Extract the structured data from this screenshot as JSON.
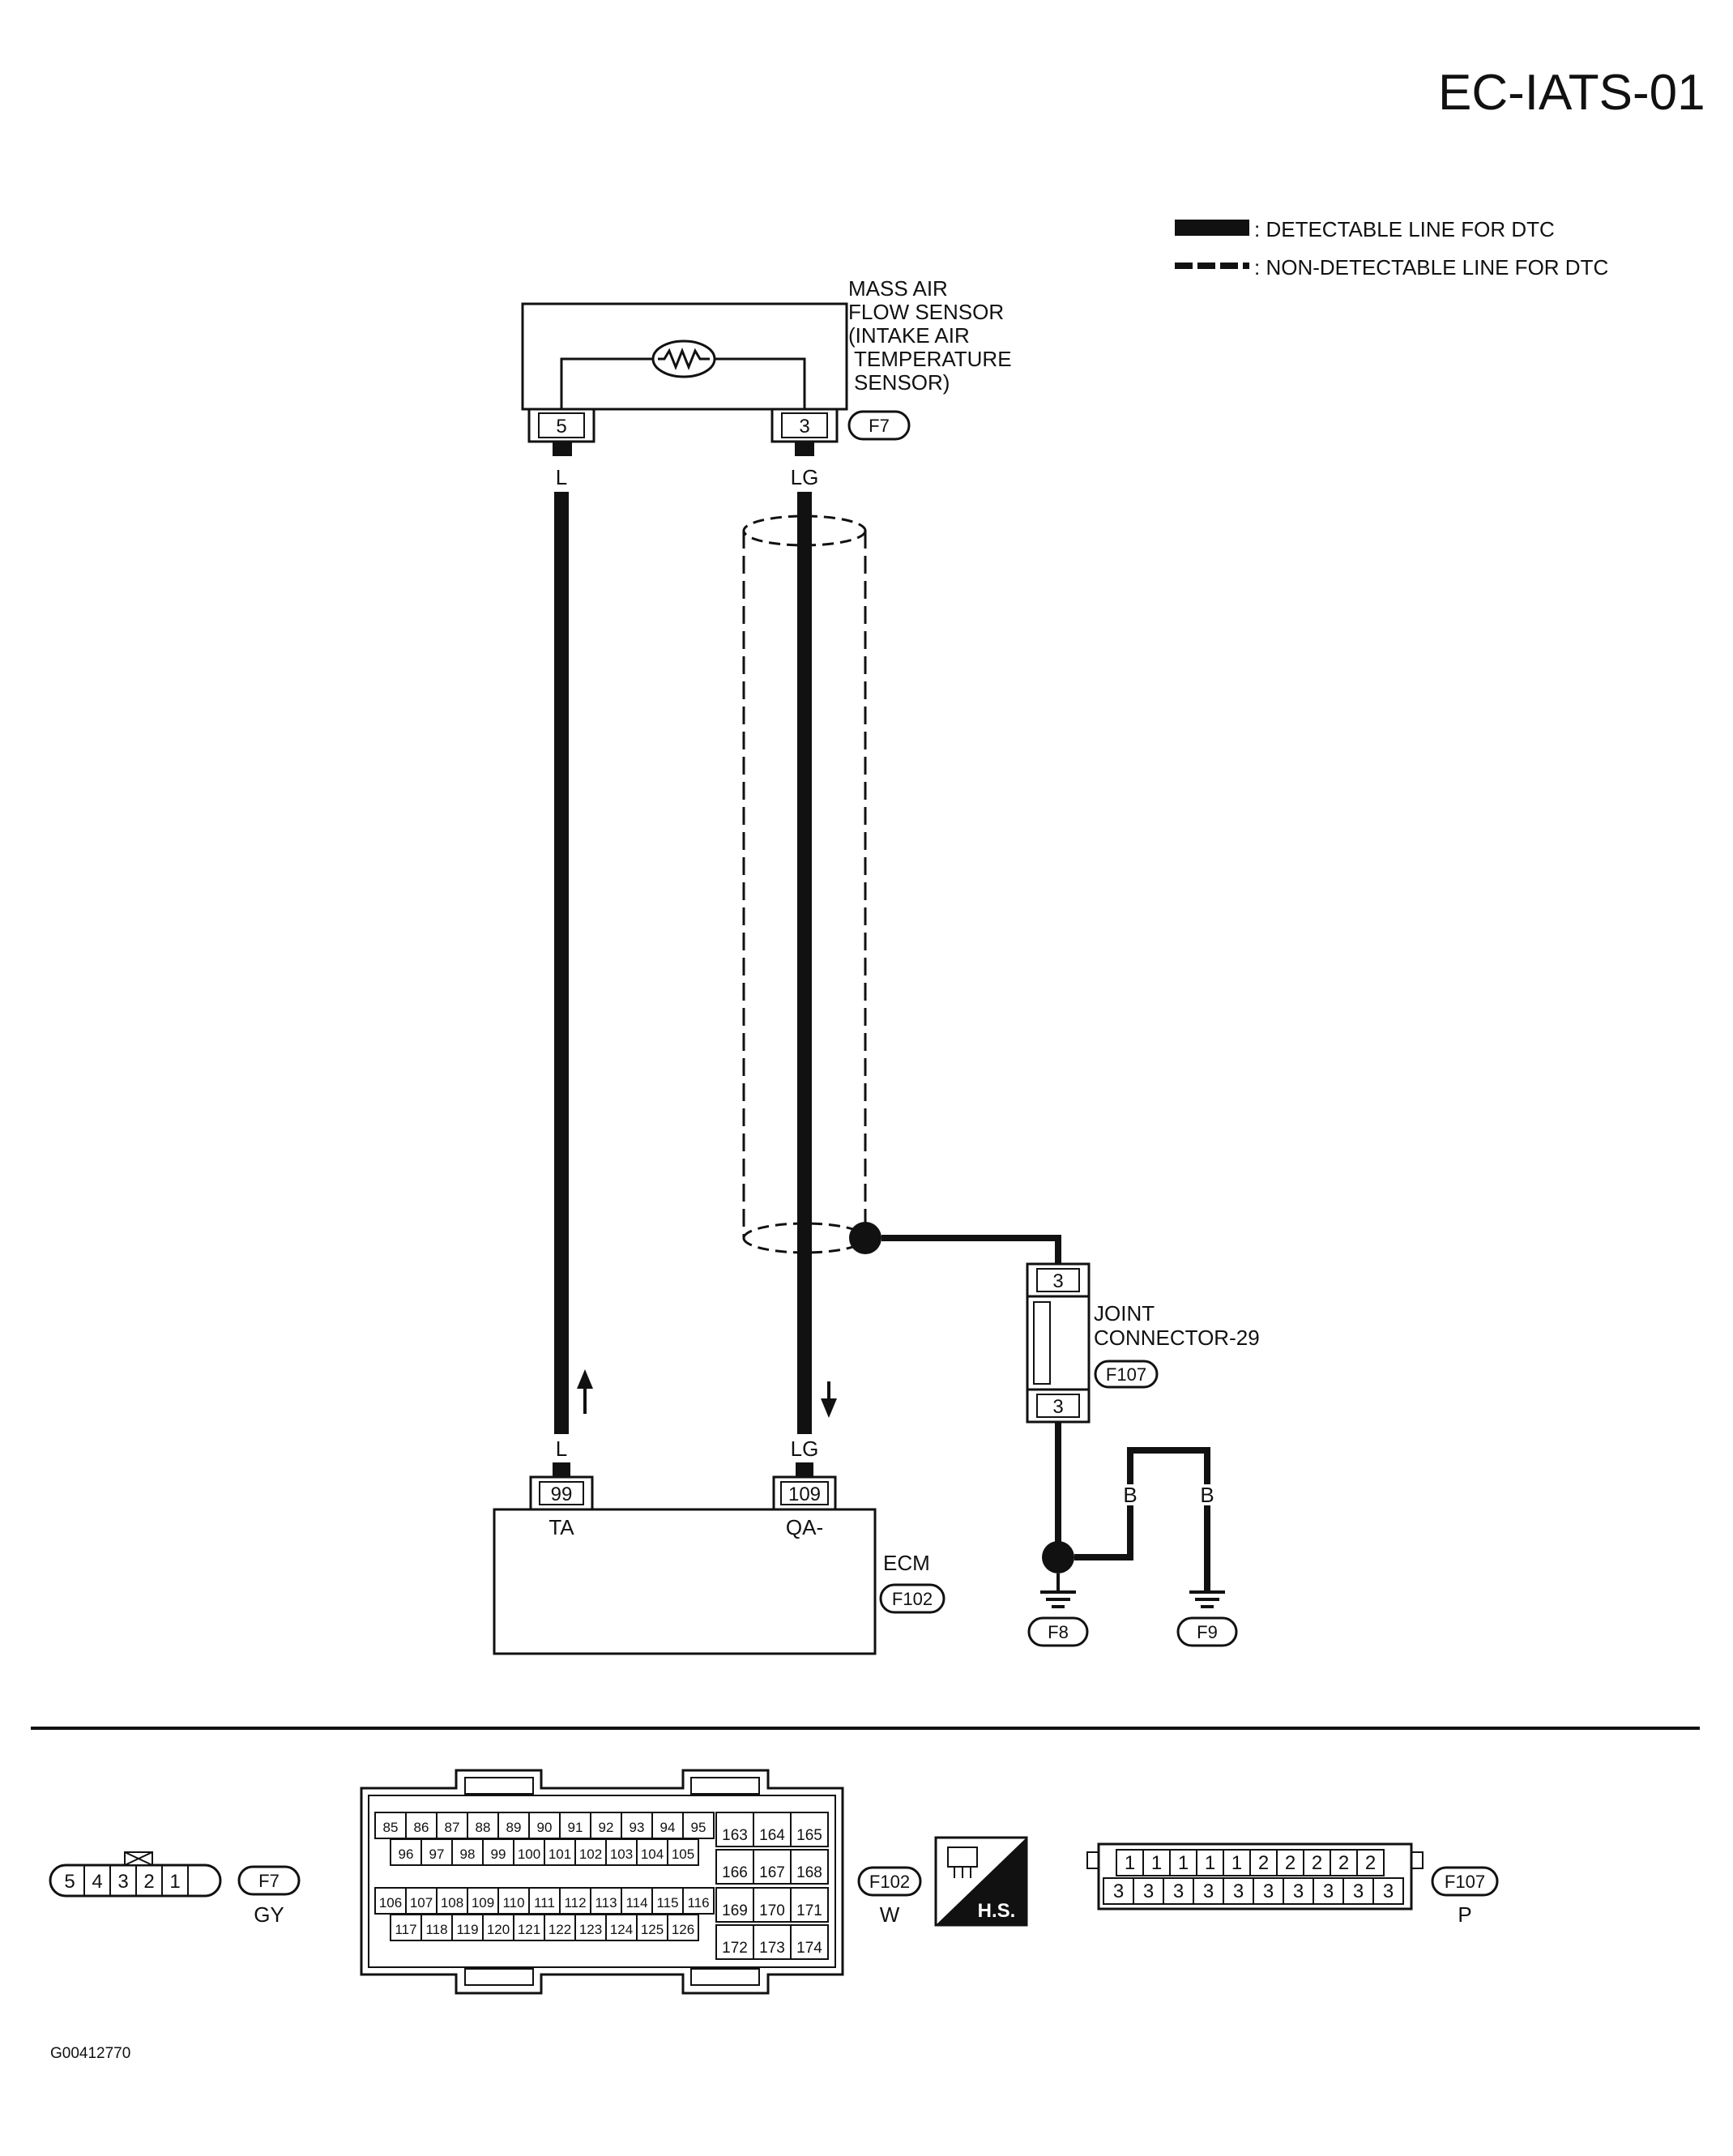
{
  "diagram_id": "EC-IATS-01",
  "legend": {
    "detectable": ": DETECTABLE LINE FOR DTC",
    "non_detectable": ": NON-DETECTABLE LINE FOR DTC"
  },
  "sensor": {
    "name_lines": [
      "MASS AIR",
      "FLOW SENSOR",
      "(INTAKE AIR",
      " TEMPERATURE",
      " SENSOR)"
    ],
    "connector": "F7",
    "pin_left": "5",
    "pin_right": "3"
  },
  "wires": {
    "left_color_top": "L",
    "right_color_top": "LG",
    "left_color_bottom": "L",
    "right_color_bottom": "LG",
    "ground_color_1": "B",
    "ground_color_2": "B"
  },
  "joint": {
    "name_lines": [
      "JOINT",
      "CONNECTOR-29"
    ],
    "connector": "F107",
    "pin_top": "3",
    "pin_bottom": "3"
  },
  "ecm": {
    "name": "ECM",
    "connector": "F102",
    "pin_left": "99",
    "pin_right": "109",
    "term_left": "TA",
    "term_right": "QA-"
  },
  "grounds": {
    "g1": "F8",
    "g2": "F9"
  },
  "connector_views": {
    "f7": {
      "id": "F7",
      "color": "GY",
      "pins": [
        "5",
        "4",
        "3",
        "2",
        "1"
      ]
    },
    "f102": {
      "id": "F102",
      "color": "W",
      "rows": [
        [
          "85",
          "86",
          "87",
          "88",
          "89",
          "90",
          "91",
          "92",
          "93",
          "94",
          "95"
        ],
        [
          "96",
          "97",
          "98",
          "99",
          "100",
          "101",
          "102",
          "103",
          "104",
          "105"
        ],
        [
          "106",
          "107",
          "108",
          "109",
          "110",
          "111",
          "112",
          "113",
          "114",
          "115",
          "116"
        ],
        [
          "117",
          "118",
          "119",
          "120",
          "121",
          "122",
          "123",
          "124",
          "125",
          "126"
        ]
      ],
      "right_block": [
        [
          "163",
          "164",
          "165"
        ],
        [
          "166",
          "167",
          "168"
        ],
        [
          "169",
          "170",
          "171"
        ],
        [
          "172",
          "173",
          "174"
        ]
      ]
    },
    "hs_label": "H.S.",
    "f107": {
      "id": "F107",
      "color": "P",
      "row1": [
        "1",
        "1",
        "1",
        "1",
        "1",
        "2",
        "2",
        "2",
        "2",
        "2"
      ],
      "row2": [
        "3",
        "3",
        "3",
        "3",
        "3",
        "3",
        "3",
        "3",
        "3",
        "3"
      ]
    }
  },
  "figure_code": "G00412770"
}
